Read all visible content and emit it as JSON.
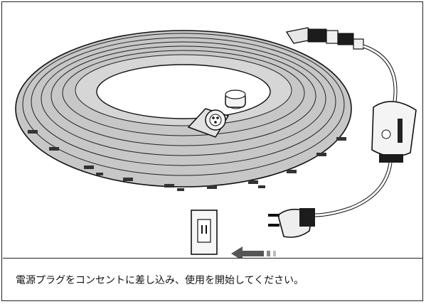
{
  "caption": "電源プラグをコンセントに差し込み、使用を開始してください。",
  "colors": {
    "strip": "#c7c7c7",
    "strip_outline": "#111111",
    "led": "#333333",
    "arrow": "#555555"
  },
  "icons": [
    "led-strip-coil",
    "cable-connector",
    "end-cap-plug",
    "controller-box",
    "power-plug",
    "wall-outlet",
    "insert-arrow"
  ]
}
